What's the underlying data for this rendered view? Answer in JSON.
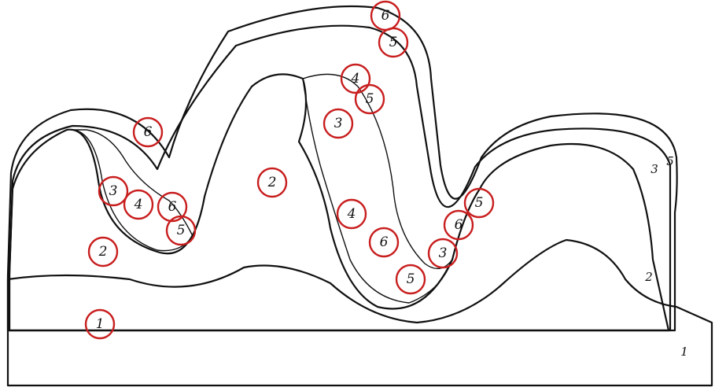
{
  "colors": {
    "marker": "#c81e1e",
    "ink": "#111111",
    "background": "#ffffff"
  },
  "markers": [
    {
      "id": "m-6-top",
      "label": "6"
    },
    {
      "id": "m-5-top",
      "label": "5"
    },
    {
      "id": "m-4-upper",
      "label": "4"
    },
    {
      "id": "m-5-upper",
      "label": "5"
    },
    {
      "id": "m-3-mid",
      "label": "3"
    },
    {
      "id": "m-6-left",
      "label": "6"
    },
    {
      "id": "m-3-left",
      "label": "3"
    },
    {
      "id": "m-4-left",
      "label": "4"
    },
    {
      "id": "m-6-left-low",
      "label": "6"
    },
    {
      "id": "m-5-left-low",
      "label": "5"
    },
    {
      "id": "m-2-center",
      "label": "2"
    },
    {
      "id": "m-4-center",
      "label": "4"
    },
    {
      "id": "m-6-center-low",
      "label": "6"
    },
    {
      "id": "m-5-bottom",
      "label": "5"
    },
    {
      "id": "m-3-right",
      "label": "3"
    },
    {
      "id": "m-6-right",
      "label": "6"
    },
    {
      "id": "m-5-right",
      "label": "5"
    },
    {
      "id": "m-2-left",
      "label": "2"
    },
    {
      "id": "m-1-bottom",
      "label": "1"
    }
  ],
  "plain_labels": [
    {
      "id": "p-3-right",
      "label": "3"
    },
    {
      "id": "p-5-right",
      "label": "5"
    },
    {
      "id": "p-2-right",
      "label": "2"
    },
    {
      "id": "p-1-right",
      "label": "1"
    }
  ]
}
